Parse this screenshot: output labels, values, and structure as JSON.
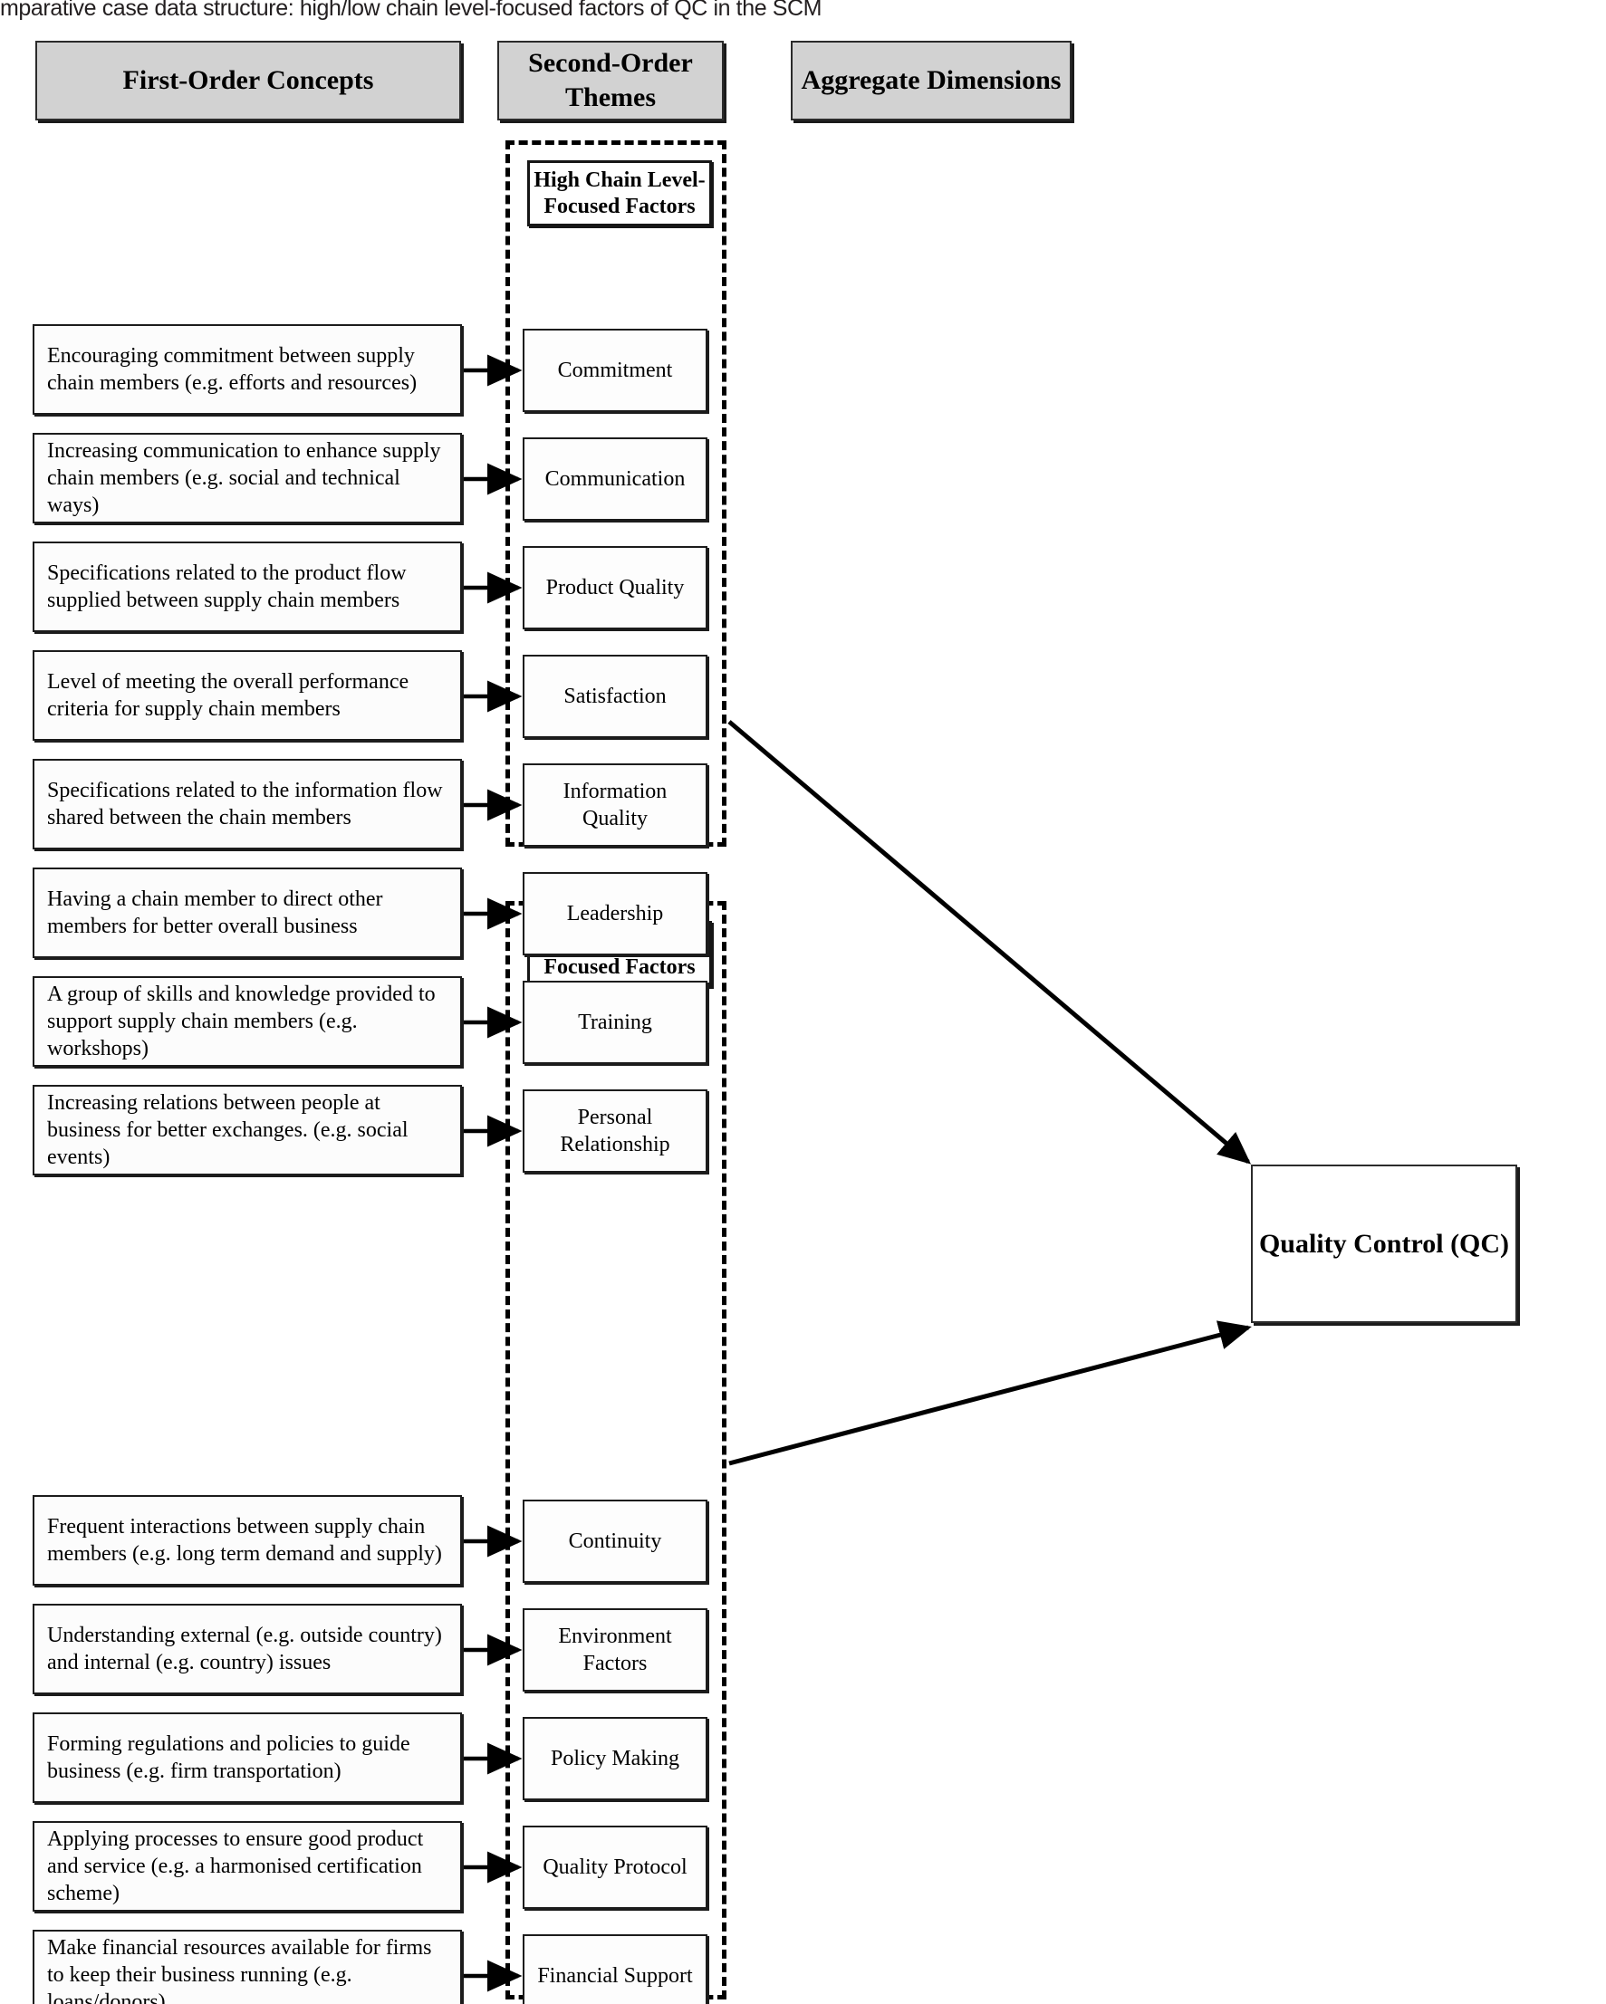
{
  "caption": "mparative case data structure: high/low chain level-focused factors of QC in the SCM",
  "headers": {
    "first_order": "First-Order Concepts",
    "second_order": "Second-Order Themes",
    "aggregate": "Aggregate Dimensions"
  },
  "groups": [
    {
      "id": "high",
      "title": "High Chain Level-Focused Factors",
      "rows": [
        {
          "concept": "Encouraging commitment between supply chain members (e.g. efforts and resources)",
          "theme": "Commitment"
        },
        {
          "concept": "Increasing communication to enhance supply chain members (e.g. social and technical ways)",
          "theme": "Communication"
        },
        {
          "concept": "Specifications related to the product flow supplied between supply chain members",
          "theme": "Product Quality"
        },
        {
          "concept": "Level of meeting the overall performance criteria for supply chain members",
          "theme": "Satisfaction"
        },
        {
          "concept": "Specifications related to the information flow shared between the chain members",
          "theme": "Information Quality"
        },
        {
          "concept": "Having a chain member to direct other members for better overall business",
          "theme": "Leadership"
        },
        {
          "concept": "A group of skills and knowledge provided to support supply chain members (e.g. workshops)",
          "theme": "Training"
        },
        {
          "concept": "Increasing relations between people at business for better exchanges. (e.g. social events)",
          "theme": "Personal Relationship"
        }
      ]
    },
    {
      "id": "low",
      "title": "Low Chain Level-Focused Factors",
      "rows": [
        {
          "concept": "Frequent interactions between supply chain members (e.g. long term demand and supply)",
          "theme": "Continuity"
        },
        {
          "concept": "Understanding external (e.g. outside country) and internal (e.g. country) issues",
          "theme": "Environment Factors"
        },
        {
          "concept": "Forming regulations and policies to guide business (e.g. firm transportation)",
          "theme": "Policy Making"
        },
        {
          "concept": "Applying processes to ensure good product and service (e.g. a harmonised certification scheme)",
          "theme": "Quality Protocol"
        },
        {
          "concept": "Make financial resources available for firms to keep their business running (e.g. loans/donors)",
          "theme": "Financial Support"
        }
      ]
    }
  ],
  "aggregate_dimension": "Quality Control (QC)",
  "colors": {
    "header_fill": "#d2d2d2",
    "box_fill": "#ffffff",
    "stroke": "#000000",
    "page_background": "#ffffff"
  }
}
